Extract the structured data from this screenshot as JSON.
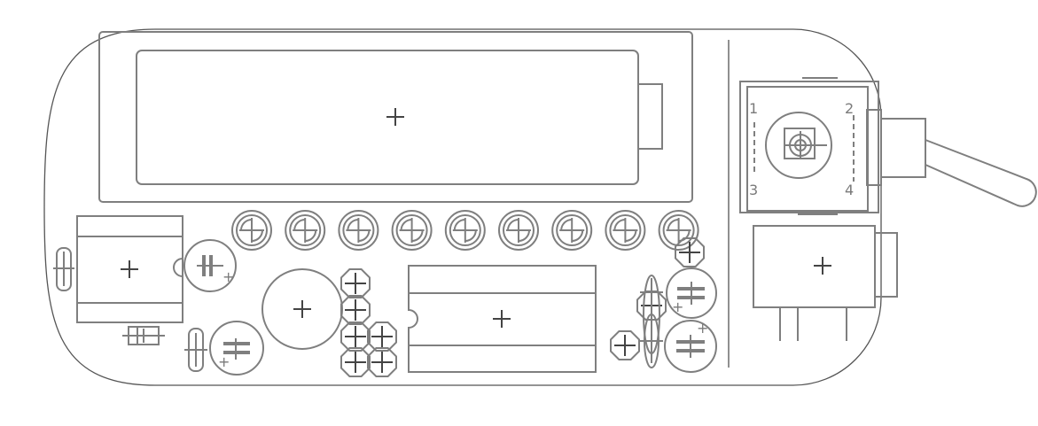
{
  "pcb": {
    "outline_color": "#555555",
    "part_color": "#7f7f7f",
    "toggle_switch": {
      "pin_labels": [
        "1",
        "2",
        "3",
        "4"
      ]
    },
    "potentiometer_count": 9
  }
}
